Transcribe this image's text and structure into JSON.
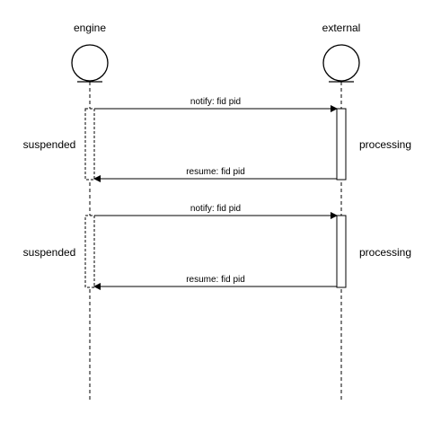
{
  "diagram": {
    "actors": [
      {
        "id": "engine",
        "label": "engine"
      },
      {
        "id": "external",
        "label": "external"
      }
    ],
    "messages": [
      {
        "label": "notify: fid pid",
        "from": "engine",
        "to": "external"
      },
      {
        "label": "resume: fid pid",
        "from": "external",
        "to": "engine"
      },
      {
        "label": "notify: fid pid",
        "from": "engine",
        "to": "external"
      },
      {
        "label": "resume: fid pid",
        "from": "external",
        "to": "engine"
      }
    ],
    "states": [
      {
        "label": "suspended",
        "actor": "engine"
      },
      {
        "label": "processing",
        "actor": "external"
      },
      {
        "label": "suspended",
        "actor": "engine"
      },
      {
        "label": "processing",
        "actor": "external"
      }
    ]
  }
}
